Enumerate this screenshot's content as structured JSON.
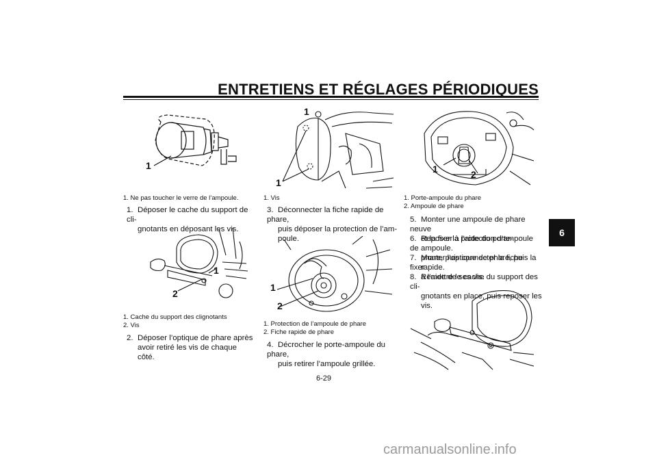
{
  "header": {
    "title": "ENTRETIENS ET RÉGLAGES PÉRIODIQUES",
    "chapter_tab": "6"
  },
  "col1": {
    "fig1": {
      "callouts": [
        "1"
      ],
      "captions": [
        "1.  Ne pas toucher le verre de l’ampoule."
      ]
    },
    "step1": {
      "num": "1.",
      "line1": "Déposer le cache du support de cli-",
      "line2": "gnotants en déposant les vis."
    },
    "fig2": {
      "callouts": [
        "1",
        "2"
      ],
      "captions": [
        "1.  Cache du support des clignotants",
        "2.  Vis"
      ]
    },
    "step2": {
      "num": "2.",
      "line1": "Déposer l’optique de phare après",
      "line2": "avoir retiré les vis de chaque côté."
    }
  },
  "col2": {
    "fig3": {
      "callouts": [
        "1",
        "1"
      ],
      "captions": [
        "1.  Vis"
      ]
    },
    "step3": {
      "num": "3.",
      "line1": "Déconnecter la fiche rapide de phare,",
      "line2": "puis déposer la protection de l’am-",
      "line3": "poule."
    },
    "fig4": {
      "callouts": [
        "1",
        "2"
      ],
      "captions": [
        "1.  Protection de l’ampoule de phare",
        "2.  Fiche rapide de phare"
      ]
    },
    "step4": {
      "num": "4.",
      "line1": "Décrocher le porte-ampoule du phare,",
      "line2": "puis retirer l’ampoule grillée."
    }
  },
  "col3": {
    "fig5": {
      "callouts": [
        "1",
        "2"
      ],
      "captions": [
        "1.  Porte-ampoule du phare",
        "2.  Ampoule de phare"
      ]
    },
    "steps": [
      {
        "num": "5.",
        "line1": "Monter une ampoule de phare neuve",
        "line2": "et la fixer à l’aide du porte-ampoule."
      },
      {
        "num": "6.",
        "line1": "Reposer la protection d’ampoule de",
        "line2": "phare, puis connecter la fiche rapide."
      },
      {
        "num": "7.",
        "line1": "Monter l’optique de phare, puis la fixer",
        "line2": "à l’aide de ses vis."
      },
      {
        "num": "8.",
        "line1": "Remettre le cache du support des cli-",
        "line2": "gnotants en place, puis reposer les vis."
      }
    ]
  },
  "footer": {
    "page_number": "6-29",
    "watermark": "carmanualsonline.info"
  }
}
